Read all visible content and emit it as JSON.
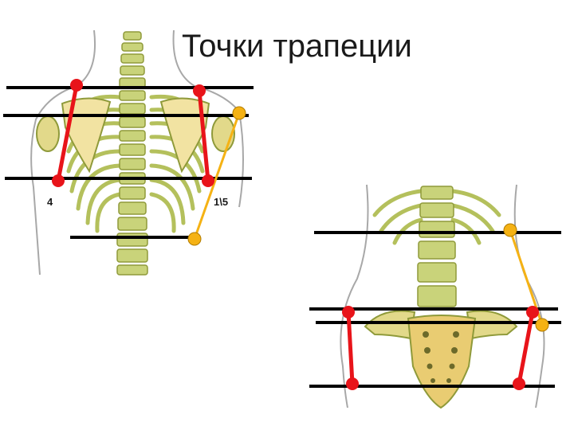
{
  "title": "Точки трапеции",
  "labels": {
    "left": "4",
    "right": "1\\5"
  },
  "colors": {
    "line": "#000000",
    "red_points": "#e8141a",
    "orange_points": "#f5b214",
    "bone": "#c9d37a",
    "bone_shadow": "#8f9a3a",
    "scapula": "#f2e3a2",
    "outline": "#9a9a9a"
  },
  "figures": [
    {
      "name": "upper-back",
      "content": "thorax and shoulder blades, back view"
    },
    {
      "name": "lower-back",
      "content": "lumbar spine and pelvis, back view"
    }
  ]
}
